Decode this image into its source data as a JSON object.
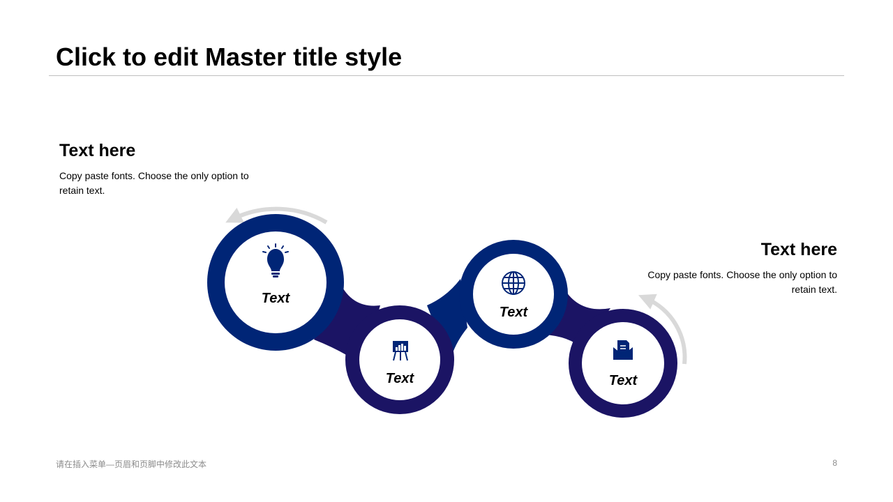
{
  "slide": {
    "title": "Click to edit Master title style",
    "footer_text": "请在插入菜单—页眉和页脚中修改此文本",
    "page_number": "8"
  },
  "callouts": {
    "left": {
      "heading": "Text here",
      "body": "Copy paste fonts. Choose the only option to retain text."
    },
    "right": {
      "heading": "Text here",
      "body": "Copy paste fonts. Choose the only option to retain text."
    }
  },
  "diagram": {
    "nodes": [
      {
        "label": "Text",
        "icon": "lightbulb-icon"
      },
      {
        "label": "Text",
        "icon": "presentation-chart-icon"
      },
      {
        "label": "Text",
        "icon": "globe-icon"
      },
      {
        "label": "Text",
        "icon": "mail-icon"
      }
    ]
  },
  "colors": {
    "ring_dark": "#002576",
    "ring_navy": "#1b1464",
    "arrow": "#d9d9d9",
    "icon": "#002576",
    "footer": "#8c8c8c"
  }
}
